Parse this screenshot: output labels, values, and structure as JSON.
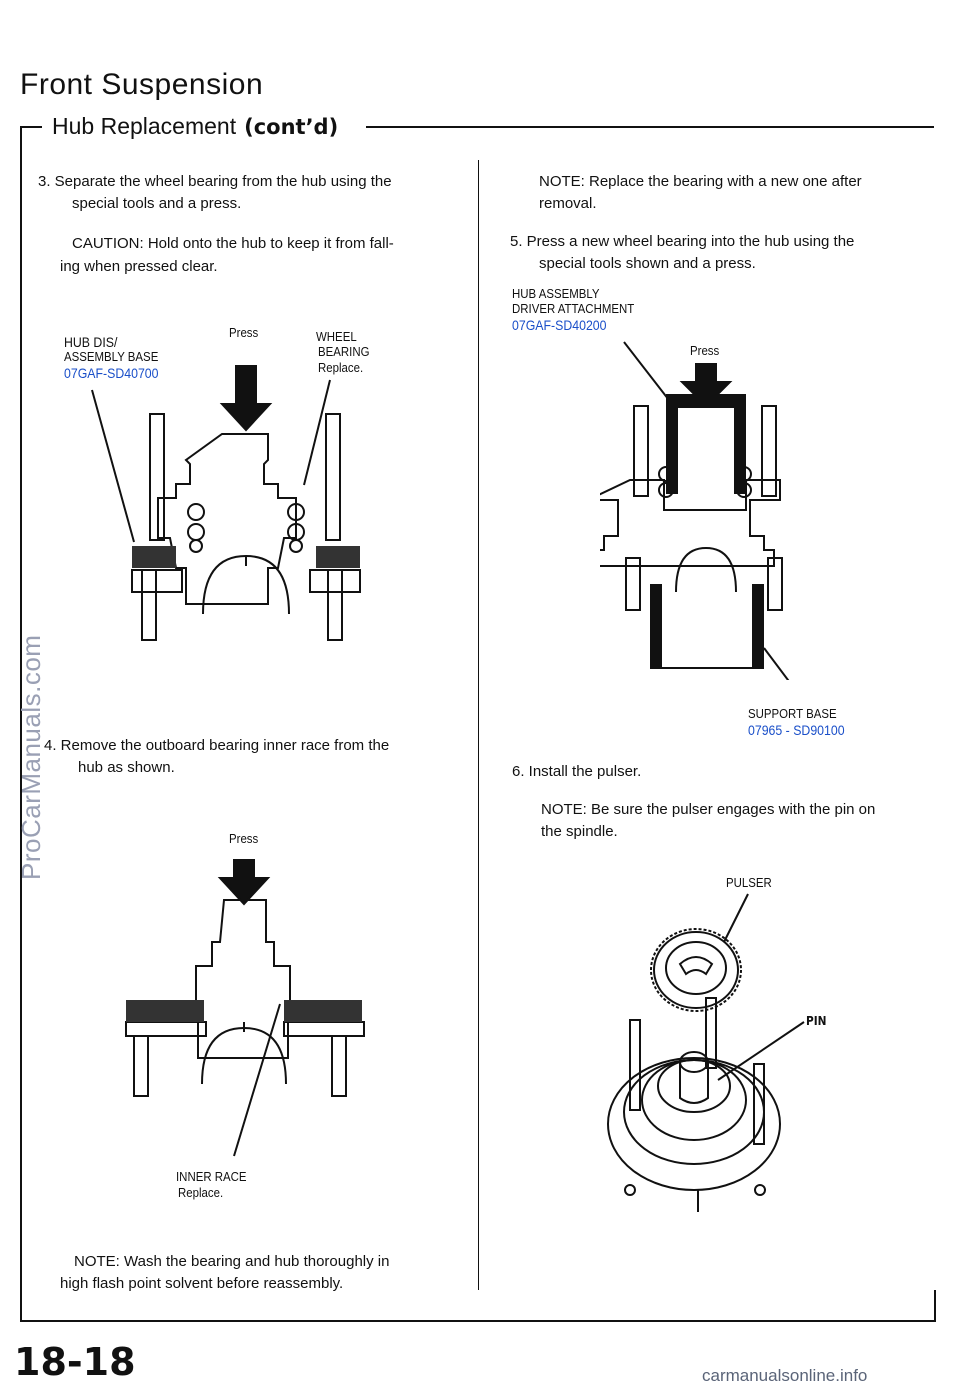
{
  "header": {
    "title": "Front Suspension",
    "subtitle": "Hub Replacement",
    "contd": "(cont’d)"
  },
  "left": {
    "step3_line1": "3.   Separate the wheel bearing from the hub using the",
    "step3_line2": "special tools and a press.",
    "caution_line1": "CAUTION: Hold onto the hub to keep it from fall-",
    "caution_line2": "ing when pressed clear.",
    "fig1_hub_dis_1": "HUB DIS/",
    "fig1_hub_dis_2": "ASSEMBLY BASE",
    "fig1_hub_dis_code": "07GAF-SD40700",
    "fig1_press": "Press",
    "fig1_wheel_1": "WHEEL",
    "fig1_wheel_2": "BEARING",
    "fig1_wheel_3": "Replace.",
    "step4_line1": "4.   Remove the outboard bearing inner race from the",
    "step4_line2": "hub as shown.",
    "fig2_press": "Press",
    "fig2_inner_1": "INNER RACE",
    "fig2_inner_2": "Replace.",
    "note_line1": "NOTE: Wash the bearing and hub thoroughly in",
    "note_line2": "high flash point solvent before reassembly."
  },
  "right": {
    "note_line1": "NOTE: Replace the bearing with a new one after",
    "note_line2": "removal.",
    "step5_line1": "5.   Press a new wheel bearing into the hub using the",
    "step5_line2": "special tools shown and a press.",
    "fig3_hub_1": "HUB ASSEMBLY",
    "fig3_hub_2": "DRIVER ATTACHMENT",
    "fig3_hub_code": "07GAF-SD40200",
    "fig3_press": "Press",
    "fig3_support": "SUPPORT BASE",
    "fig3_support_code": "07965 - SD90100",
    "step6": "6.   Install the pulser.",
    "note2_line1": "NOTE: Be sure the pulser engages with the pin on",
    "note2_line2": "the spindle.",
    "fig4_pulser": "PULSER",
    "fig4_pin": "PIN"
  },
  "page_number": "18-18",
  "watermark": "ProCarManuals.com",
  "footer": "carmanualsonline.info"
}
